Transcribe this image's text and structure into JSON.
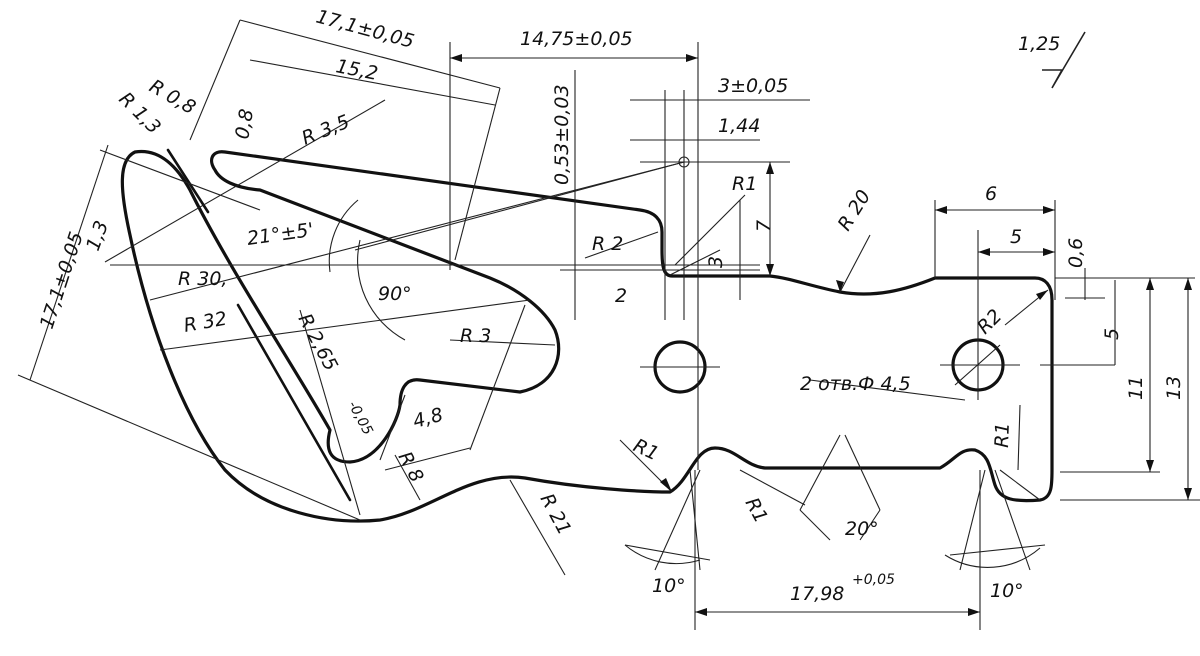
{
  "drawing": {
    "surface_finish": "1,25",
    "dimensions": {
      "d_17_1_top": "17,1±0,05",
      "d_15_2": "15,2",
      "d_14_75": "14,75±0,05",
      "d_3_tol": "3±0,05",
      "d_1_44": "1,44",
      "d_0_53": "0,53±0,03",
      "d_0_8": "0,8",
      "d_6": "6",
      "d_5_top": "5",
      "d_0_6": "0,6",
      "d_5_right": "5",
      "d_11": "11",
      "d_13": "13",
      "d_7": "7",
      "d_3": "3",
      "d_2": "2",
      "d_17_1_left": "17,1±0,05",
      "d_1_3": "1,3",
      "d_4_8": "4,8",
      "d_17_98": "17,98",
      "d_17_98_tol": "+0,05",
      "d_2_65": "R 2,65",
      "d_2_65_tol": "-0,05"
    },
    "radii": {
      "r_0_8": "R 0,8",
      "r_1_3": "R 1,3",
      "r_3_5": "R 3,5",
      "r_30": "R 30,",
      "r_32": "R 32",
      "r_3": "R 3",
      "r_8": "R 8",
      "r_21": "R 21",
      "r_1_a": "R1",
      "r_2_a": "R 2",
      "r_20": "R 20",
      "r_2_b": "R2",
      "r_1_b": "R1",
      "r_1_c": "R1",
      "r_1_d": "R1"
    },
    "angles": {
      "a_21": "21°±5'",
      "a_90": "90°",
      "a_10_left": "10°",
      "a_10_right": "10°",
      "a_20": "20°"
    },
    "holes_note": "2 отв.Ф 4,5"
  }
}
